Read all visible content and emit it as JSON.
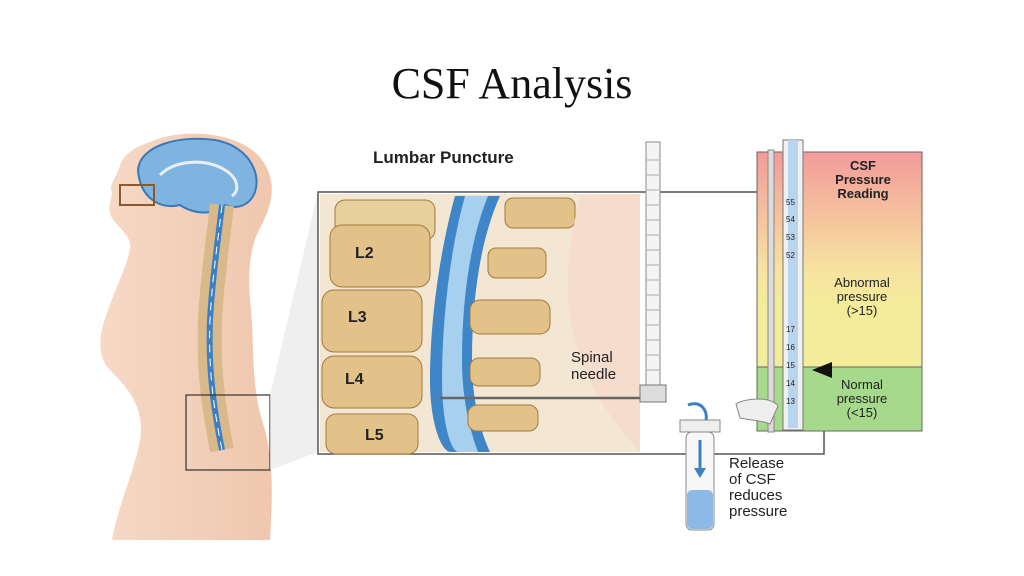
{
  "slide": {
    "title": "CSF Analysis"
  },
  "diagram": {
    "heading": "Lumbar Puncture",
    "vertebrae": [
      "L2",
      "L3",
      "L4",
      "L5"
    ],
    "needle_label": [
      "Spinal",
      "needle"
    ],
    "release_label": [
      "Release",
      "of CSF",
      "reduces",
      "pressure"
    ],
    "gauge": {
      "title": [
        "CSF",
        "Pressure",
        "Reading"
      ],
      "abnormal": [
        "Abnormal",
        "pressure",
        "(>15)"
      ],
      "normal": [
        "Normal",
        "pressure",
        "(<15)"
      ],
      "scale_upper": [
        "55",
        "54",
        "53",
        "52"
      ],
      "scale_lower": [
        "17",
        "16",
        "15",
        "14",
        "13"
      ],
      "colors": {
        "top": "#f2a0a0",
        "middle": "#f5e4a0",
        "normal": "#a6d98b"
      }
    }
  }
}
